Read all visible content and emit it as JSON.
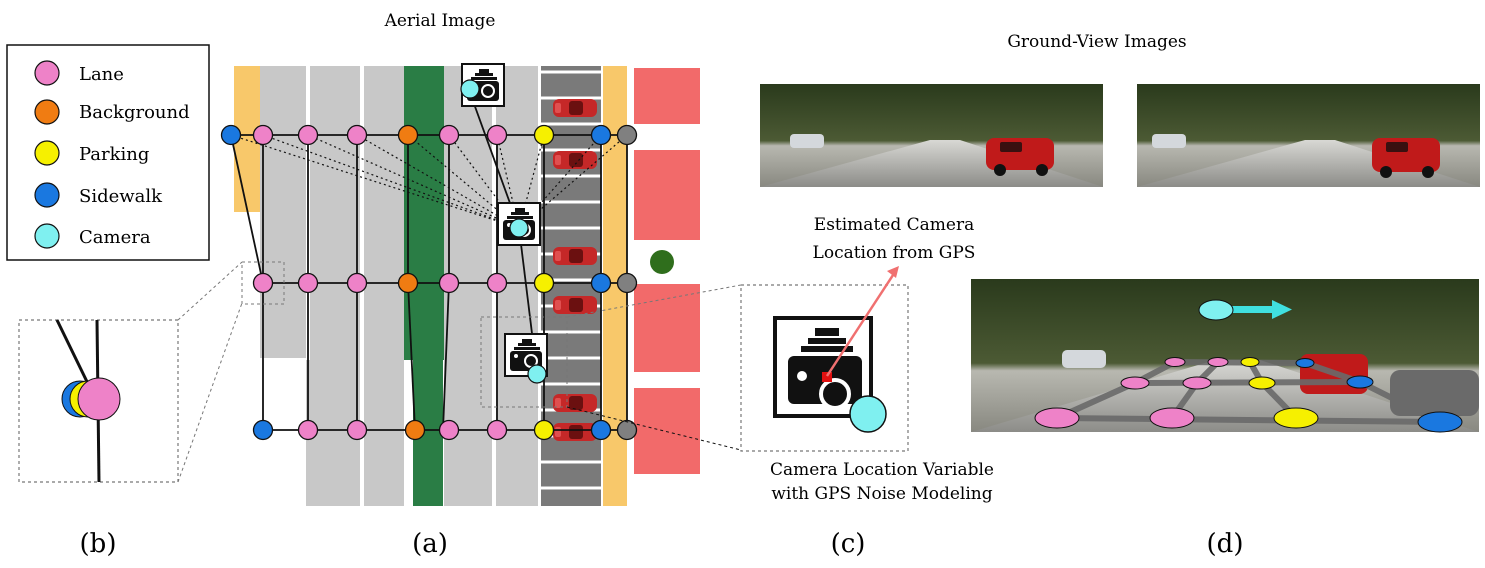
{
  "titles": {
    "aerial": "Aerial Image",
    "ground": "Ground-View Images"
  },
  "legend": {
    "items": [
      {
        "label": "Lane",
        "color": "#ee82c8"
      },
      {
        "label": "Background",
        "color": "#f07c12"
      },
      {
        "label": "Parking",
        "color": "#f6f000"
      },
      {
        "label": "Sidewalk",
        "color": "#1a78e0"
      },
      {
        "label": "Camera",
        "color": "#7ff0f0"
      }
    ]
  },
  "annotations": {
    "estimated_line1": "Estimated Camera",
    "estimated_line2": "Location from GPS",
    "variable_line1": "Camera Location Variable",
    "variable_line2": "with GPS Noise Modeling"
  },
  "panel_labels": {
    "a": "(a)",
    "b": "(b)",
    "c": "(c)",
    "d": "(d)"
  },
  "colors": {
    "lane": "#ee82c8",
    "background": "#f07c12",
    "parking": "#f6f000",
    "sidewalk": "#1a78e0",
    "camera": "#7ff0f0",
    "unknown": "#808080",
    "road_gray": "#c8c8c8",
    "median_green": "#2a7d45",
    "sidewalk_tan": "#f8c86a",
    "building_red": "#f26a6a",
    "parking_lot": "#7a7a7a",
    "car_red": "#d03030"
  }
}
